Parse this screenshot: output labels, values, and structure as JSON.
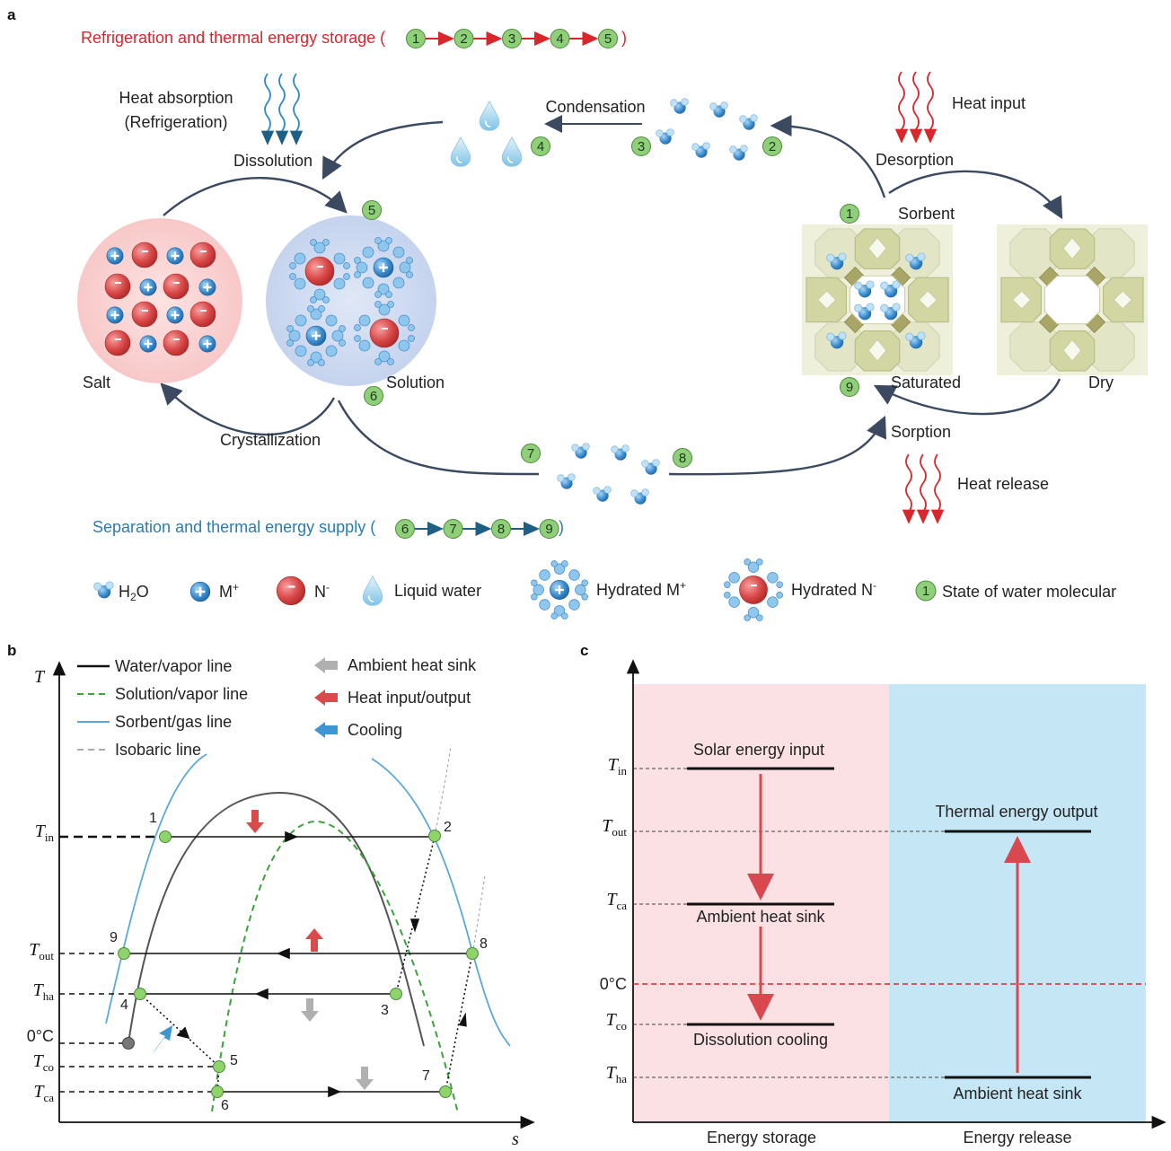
{
  "panel_a": {
    "label": "a",
    "title_refrigeration": "Refrigeration and thermal energy storage (",
    "title_separation": "Separation and thermal energy supply (",
    "close_paren": ")",
    "refrigeration_states": [
      "1",
      "2",
      "3",
      "4",
      "5"
    ],
    "separation_states": [
      "6",
      "7",
      "8",
      "9"
    ],
    "heat_absorption": "Heat absorption",
    "refrigeration": "(Refrigeration)",
    "dissolution": "Dissolution",
    "condensation": "Condensation",
    "heat_input": "Heat input",
    "desorption": "Desorption",
    "sorbent": "Sorbent",
    "salt": "Salt",
    "solution": "Solution",
    "saturated": "Saturated",
    "dry": "Dry",
    "crystallization": "Crystallization",
    "sorption": "Sorption",
    "heat_release": "Heat release",
    "state_labels": [
      "1",
      "2",
      "3",
      "4",
      "5",
      "6",
      "7",
      "8",
      "9"
    ],
    "legend": {
      "h2o": "H",
      "h2o_sub": "2",
      "h2o_end": "O",
      "m_plus": "M",
      "n_minus": "N",
      "liquid_water": "Liquid water",
      "hydrated_m": "Hydrated M",
      "hydrated_n": "Hydrated N",
      "state_num": "1",
      "state_of_water": "State of water molecular"
    },
    "colors": {
      "red_text": "#d9262b",
      "blue_text": "#2b7bb0",
      "state_circle": "#8fcf7a",
      "arrow": "#3b4a60"
    }
  },
  "panel_b": {
    "label": "b",
    "y_axis": "T",
    "x_axis": "s",
    "legend": {
      "water_vapor": "Water/vapor line",
      "solution_vapor": "Solution/vapor line",
      "sorbent_gas": "Sorbent/gas line",
      "isobaric": "Isobaric line",
      "ambient_sink": "Ambient heat sink",
      "heat_io": "Heat input/output",
      "cooling": "Cooling"
    },
    "y_ticks": [
      {
        "main": "T",
        "sub": "in"
      },
      {
        "main": "T",
        "sub": "out"
      },
      {
        "main": "T",
        "sub": "ha"
      },
      {
        "main": "0°C",
        "sub": ""
      },
      {
        "main": "T",
        "sub": "co"
      },
      {
        "main": "T",
        "sub": "ca"
      }
    ],
    "points": [
      "1",
      "2",
      "3",
      "4",
      "5",
      "6",
      "7",
      "8",
      "9"
    ]
  },
  "panel_c": {
    "label": "c",
    "y_ticks": [
      {
        "main": "T",
        "sub": "in"
      },
      {
        "main": "T",
        "sub": "out"
      },
      {
        "main": "T",
        "sub": "ca"
      },
      {
        "main": "0°C",
        "sub": ""
      },
      {
        "main": "T",
        "sub": "co"
      },
      {
        "main": "T",
        "sub": "ha"
      }
    ],
    "solar_input": "Solar energy input",
    "ambient_sink_left": "Ambient heat sink",
    "dissolution_cooling": "Dissolution cooling",
    "thermal_output": "Thermal energy output",
    "ambient_sink_right": "Ambient heat sink",
    "storage": "Energy storage",
    "release": "Energy release",
    "colors": {
      "storage_bg": "#fbe0e4",
      "release_bg": "#c4e6f5",
      "arrow": "#d9474f"
    }
  }
}
